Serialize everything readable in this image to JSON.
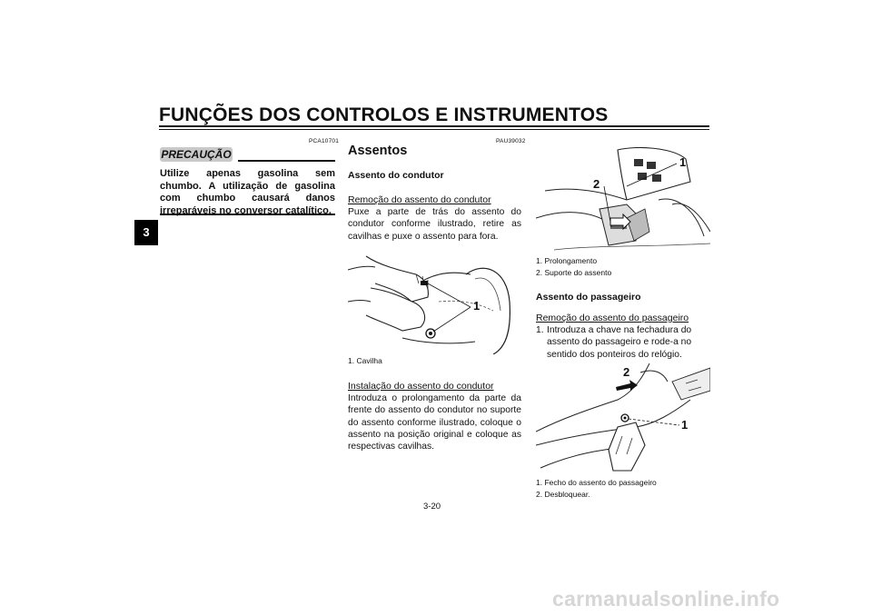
{
  "header": {
    "title": "FUNÇÕES DOS CONTROLOS E INSTRUMENTOS"
  },
  "chapter_tab": "3",
  "caution": {
    "code": "PCA10701",
    "label": "PRECAUÇÃO",
    "text": "Utilize apenas gasolina sem chumbo. A utilização de gasolina com chumbo causará danos irreparáveis no conversor catalítico."
  },
  "seats": {
    "code": "PAU39032",
    "heading": "Assentos",
    "rider_heading": "Assento do condutor",
    "rider_removal_title": "Remoção do assento do condutor",
    "rider_removal_text": "Puxe a parte de trás do assento do condutor conforme ilustrado, retire as cavilhas e puxe o assento para fora.",
    "fig1_callout": "1",
    "fig1_caption": "1.  Cavilha",
    "rider_install_title": "Instalação do assento do condutor",
    "rider_install_text": "Introduza o prolongamento da parte da frente do assento do condutor no suporte do assento conforme ilustrado, coloque o assento na posição original e coloque as respectivas cavilhas.",
    "fig2_callout_1": "1",
    "fig2_callout_2": "2",
    "fig2_caption_1": "1.  Prolongamento",
    "fig2_caption_2": "2.  Suporte do assento",
    "passenger_heading": "Assento do passageiro",
    "passenger_removal_title": "Remoção do assento do passageiro",
    "passenger_step_num": "1.",
    "passenger_step_text": "Introduza a chave na fechadura do assento do passageiro e rode-a no sentido dos ponteiros do relógio.",
    "fig3_callout_1": "1",
    "fig3_callout_2": "2",
    "fig3_caption_1": "1.  Fecho do assento do passageiro",
    "fig3_caption_2": "2.  Desbloquear."
  },
  "footer": {
    "page_number": "3-20"
  },
  "watermark": "carmanualsonline.info"
}
